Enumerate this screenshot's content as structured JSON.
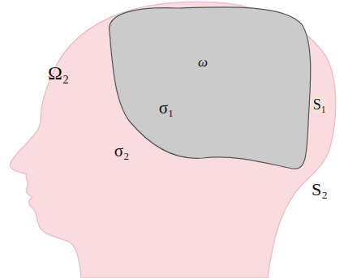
{
  "diagram": {
    "nodes": [
      {
        "text": [
          "Ω₂",
          "σ₂",
          "S₂"
        ]
      },
      {
        "text": [
          "ω",
          "σ₁",
          "S₁"
        ],
        "in": 0
      }
    ]
  }
}
